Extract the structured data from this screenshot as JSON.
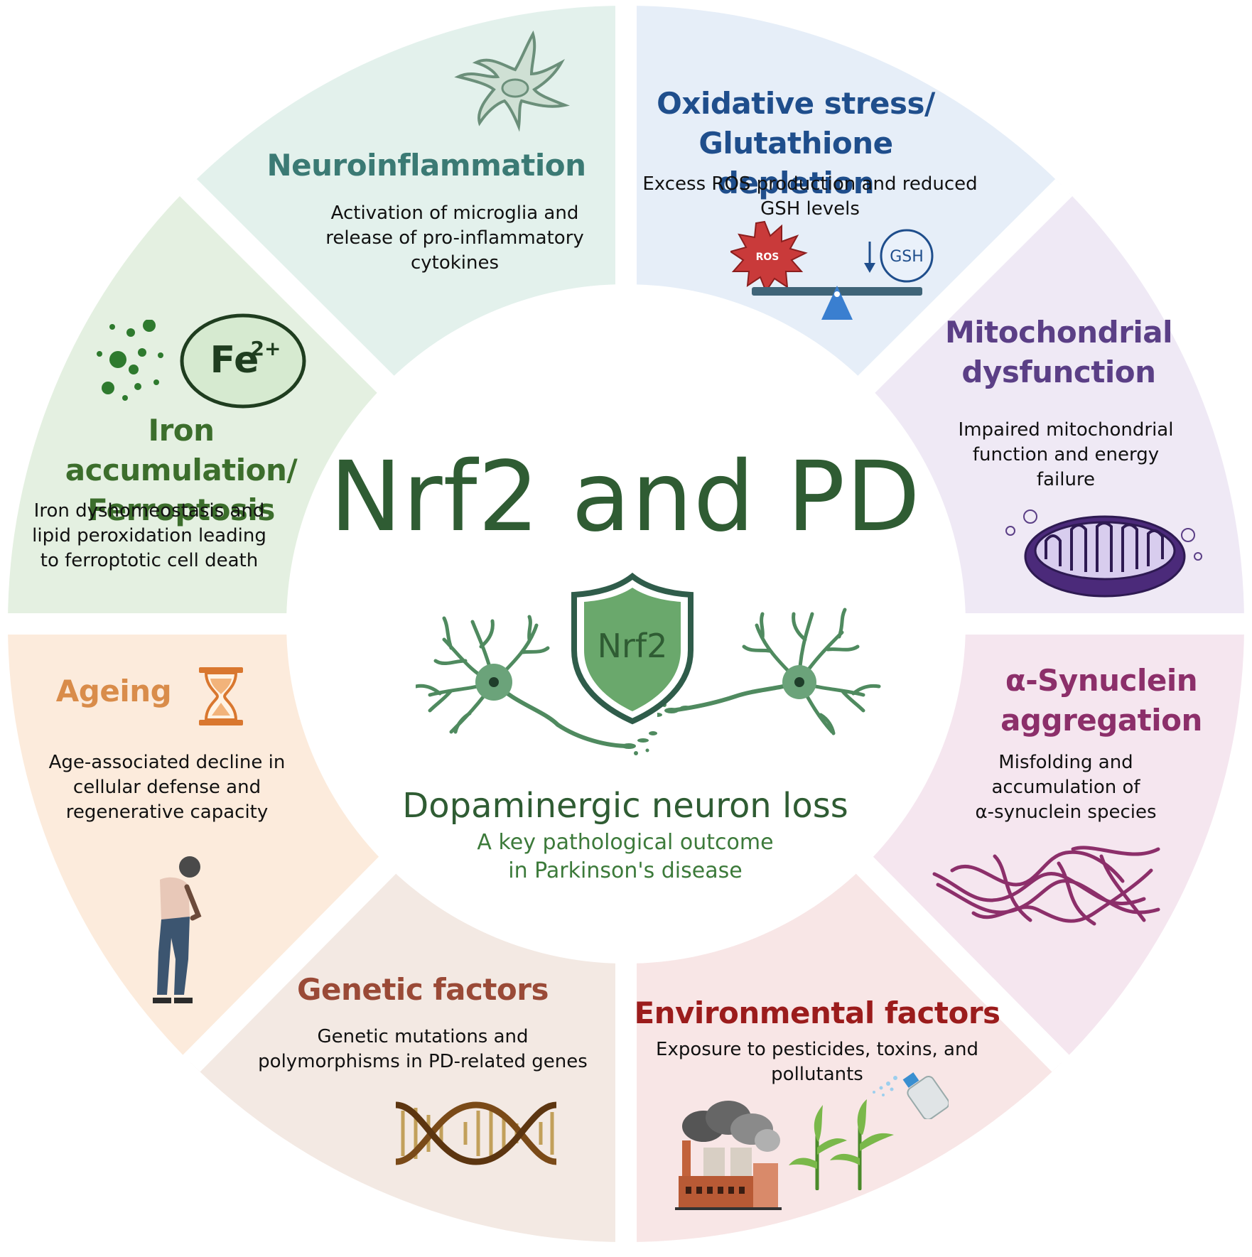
{
  "center": {
    "title": "Nrf2 and PD",
    "shield_label": "Nrf2",
    "outcome_title": "Dopaminergic neuron loss",
    "outcome_subtitle_line1": "A key pathological outcome",
    "outcome_subtitle_line2": "in Parkinson's disease"
  },
  "segments": {
    "neuroinflammation": {
      "title": "Neuroinflammation",
      "desc": [
        "Activation of microglia and",
        "release of pro-inflammatory",
        "cytokines"
      ],
      "fill": "#e3f1ec",
      "title_color": "#3b7a74"
    },
    "oxidative": {
      "title": [
        "Oxidative stress/",
        "Glutathione depletion"
      ],
      "desc": [
        "Excess ROS production and reduced",
        "GSH levels"
      ],
      "ros_label": "ROS",
      "gsh_label": "GSH",
      "fill": "#e6eef8",
      "title_color": "#1f4e8c"
    },
    "mitochondrial": {
      "title": [
        "Mitochondrial",
        "dysfunction"
      ],
      "desc": [
        "Impaired mitochondrial",
        "function and energy",
        "failure"
      ],
      "fill": "#efe9f5",
      "title_color": "#5b3f86"
    },
    "synuclein": {
      "title": [
        "α-Synuclein",
        "aggregation"
      ],
      "desc": [
        "Misfolding and",
        "accumulation of",
        "α-synuclein species"
      ],
      "fill": "#f5e6ef",
      "title_color": "#8c2f6a"
    },
    "environmental": {
      "title": "Environmental factors",
      "desc": [
        "Exposure to pesticides, toxins, and",
        "pollutants"
      ],
      "fill": "#f8e6e6",
      "title_color": "#9b1c1c"
    },
    "genetic": {
      "title": "Genetic factors",
      "desc": [
        "Genetic mutations and",
        "polymorphisms in PD-related genes"
      ],
      "fill": "#f3e9e3",
      "title_color": "#9a4a37"
    },
    "ageing": {
      "title": "Ageing",
      "desc": [
        "Age-associated decline in",
        "cellular defense and",
        "regenerative capacity"
      ],
      "fill": "#fcebdc",
      "title_color": "#d98c4a"
    },
    "iron": {
      "title": [
        "Iron accumulation/",
        "Ferroptosis"
      ],
      "desc": [
        "Iron dyshomeostasis and",
        "lipid peroxidation leading",
        "to ferroptotic cell death"
      ],
      "fe_label": "Fe",
      "fe_charge": "2+",
      "fill": "#e4f0e1",
      "title_color": "#3c6e2c"
    }
  },
  "icons": {
    "microglia": "microglia-icon",
    "ros": "ros-burst-icon",
    "gsh": "gsh-circle-icon",
    "balance": "balance-scale-icon",
    "mitochondrion": "mitochondrion-icon",
    "fibrils": "synuclein-fibril-icon",
    "factory": "factory-pollution-icon",
    "crops": "crop-plants-icon",
    "spray": "pesticide-spray-icon",
    "dna": "dna-helix-icon",
    "elder": "elderly-person-icon",
    "hourglass": "hourglass-icon",
    "iron_particles": "iron-particles-icon",
    "fe_ion": "fe-ion-icon",
    "neuron_left": "neuron-left-icon",
    "neuron_right": "neuron-right-icon",
    "shield": "shield-icon"
  }
}
